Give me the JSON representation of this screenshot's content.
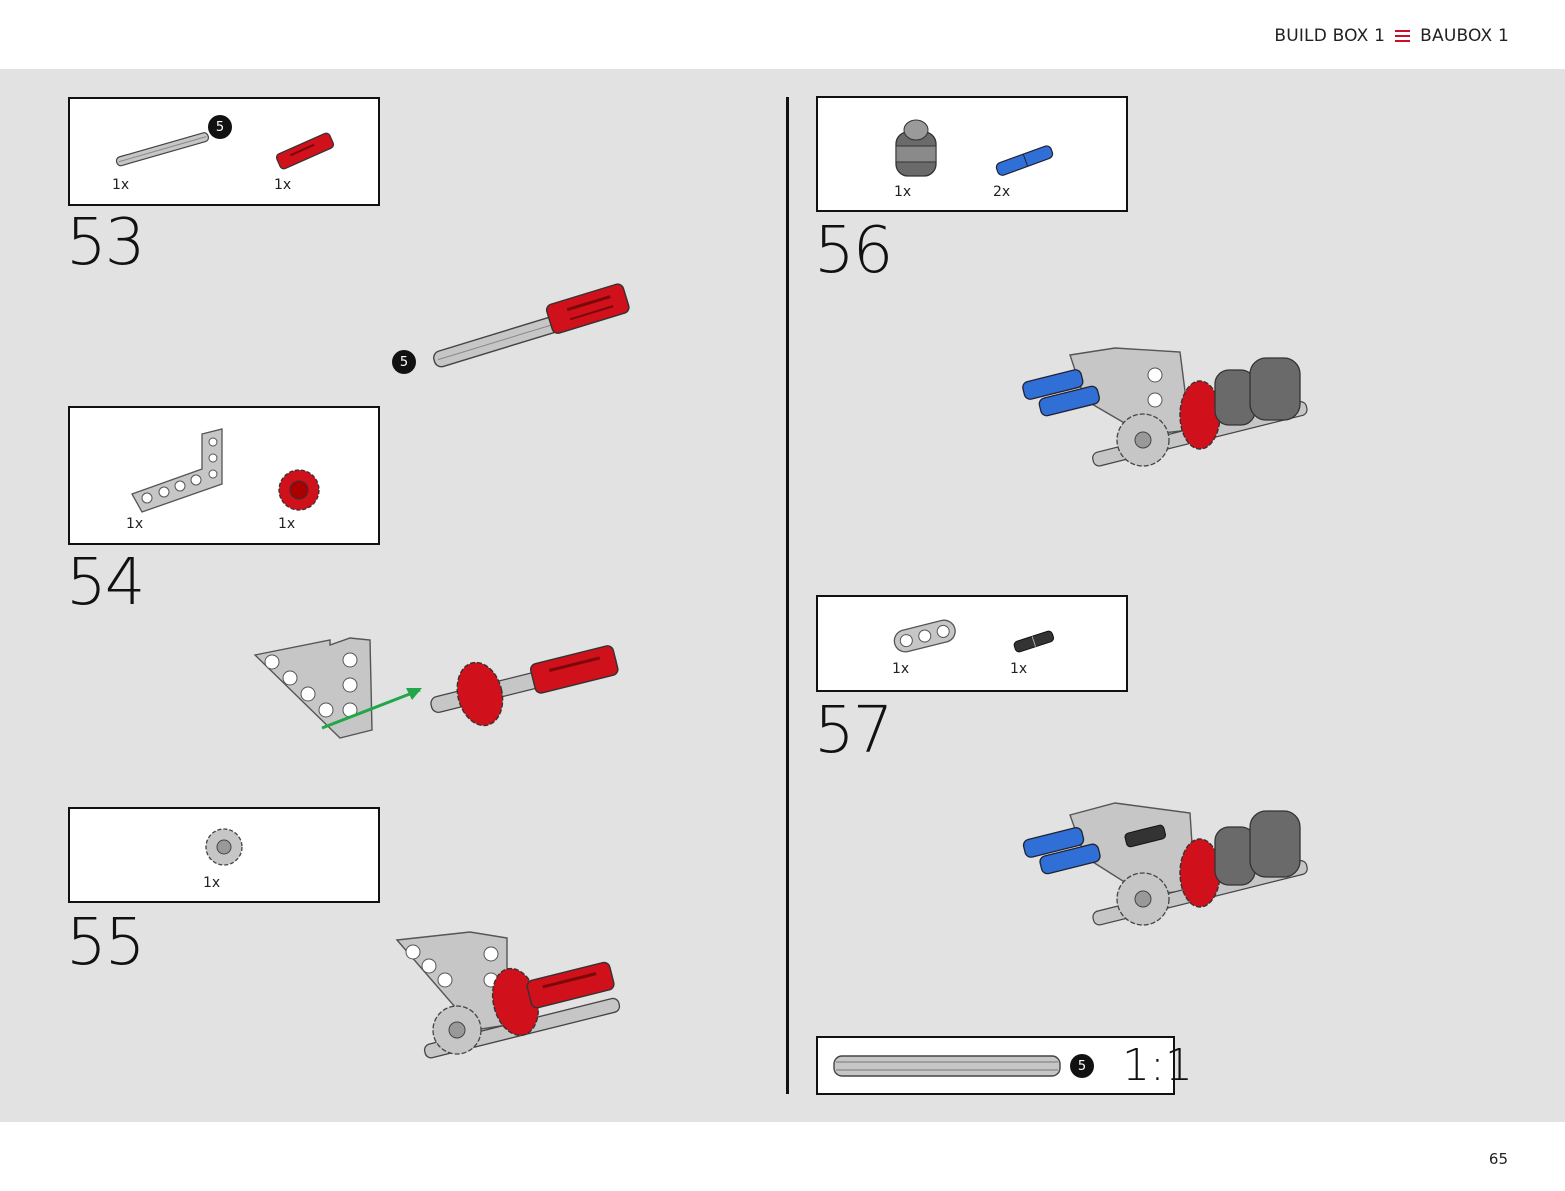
{
  "header": {
    "left_label": "BUILD BOX 1",
    "right_label": "BAUBOX 1"
  },
  "page_number": "65",
  "steps": [
    {
      "number": "53",
      "parts": [
        {
          "name": "axle-5",
          "qty": "1x",
          "badge": "5"
        },
        {
          "name": "red-axle-connector",
          "qty": "1x"
        }
      ],
      "assembly_badge": "5"
    },
    {
      "number": "54",
      "parts": [
        {
          "name": "l-beam",
          "qty": "1x"
        },
        {
          "name": "red-gear",
          "qty": "1x"
        }
      ]
    },
    {
      "number": "55",
      "parts": [
        {
          "name": "grey-gear",
          "qty": "1x"
        }
      ]
    },
    {
      "number": "56",
      "parts": [
        {
          "name": "wheel-hub",
          "qty": "1x"
        },
        {
          "name": "blue-axle-pin",
          "qty": "2x"
        }
      ]
    },
    {
      "number": "57",
      "parts": [
        {
          "name": "beam-3",
          "qty": "1x"
        },
        {
          "name": "black-pin",
          "qty": "1x"
        }
      ]
    }
  ],
  "scale_box": {
    "badge": "5",
    "label": "1:1"
  },
  "colors": {
    "red": "#d0101a",
    "blue": "#2f6fd6",
    "grey": "#c6c6c6",
    "dark_grey": "#6a6a6a",
    "accent": "#c8102e",
    "arrow": "#22a64a"
  }
}
